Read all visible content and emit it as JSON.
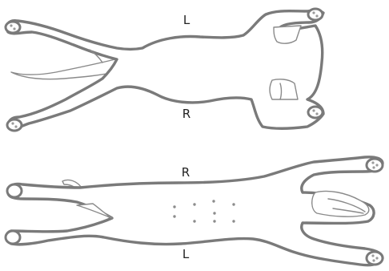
{
  "figure": {
    "top_view": {
      "upper_side_label": "L",
      "lower_side_label": "R"
    },
    "bottom_view": {
      "upper_side_label": "R",
      "lower_side_label": "L"
    }
  },
  "colors": {
    "outline": "#7a7a7a",
    "detail": "#8a8a8a",
    "background": "#ffffff",
    "label": "#222222"
  }
}
